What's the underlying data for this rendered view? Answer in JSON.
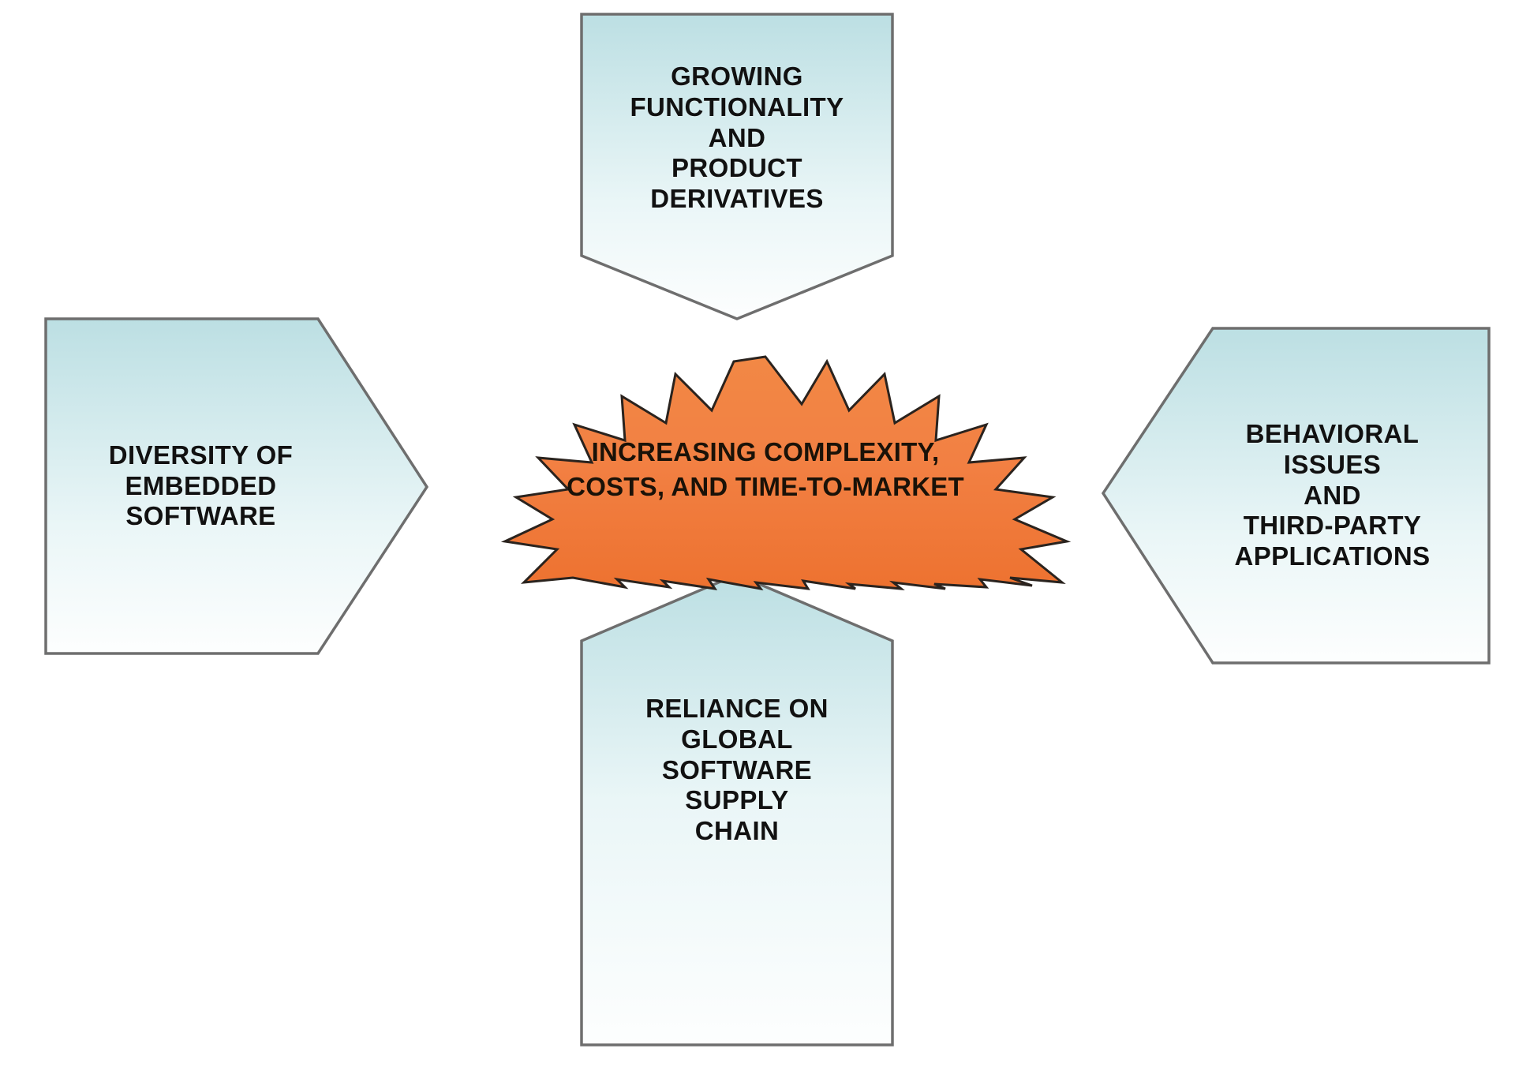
{
  "diagram": {
    "type": "radial-pressure-diagram",
    "center": {
      "name": "central-burst",
      "shape": "starburst",
      "lines": [
        "INCREASING COMPLEXITY,",
        "COSTS, AND TIME-TO-MARKET"
      ],
      "text": "INCREASING COMPLEXITY, COSTS, AND TIME-TO-MARKET",
      "fill_top": "#F08038",
      "fill_bottom": "#EE7430",
      "stroke": "#231f1c",
      "points": 24
    },
    "callouts": [
      {
        "id": "top",
        "position": "top",
        "arrow_direction": "down",
        "text": "GROWING\nFUNCTIONALITY\nAND\nPRODUCT\nDERIVATIVES",
        "fill_top": "#BCDFE3",
        "fill_bottom": "#FDFEFE",
        "stroke": "#6E6E6E"
      },
      {
        "id": "left",
        "position": "left",
        "arrow_direction": "right",
        "text": "DIVERSITY OF\nEMBEDDED\nSOFTWARE",
        "fill_top": "#BCDFE3",
        "fill_bottom": "#FDFEFE",
        "stroke": "#6E6E6E"
      },
      {
        "id": "right",
        "position": "right",
        "arrow_direction": "left",
        "text": "BEHAVIORAL\nISSUES\nAND\nTHIRD-PARTY\nAPPLICATIONS",
        "fill_top": "#BCDFE3",
        "fill_bottom": "#FDFEFE",
        "stroke": "#6E6E6E"
      },
      {
        "id": "bottom",
        "position": "bottom",
        "arrow_direction": "up",
        "text": "RELIANCE ON\nGLOBAL\nSOFTWARE\nSUPPLY\nCHAIN",
        "fill_top": "#BCDFE3",
        "fill_bottom": "#FDFEFE",
        "stroke": "#6E6E6E"
      }
    ],
    "background": "#FFFFFF"
  }
}
